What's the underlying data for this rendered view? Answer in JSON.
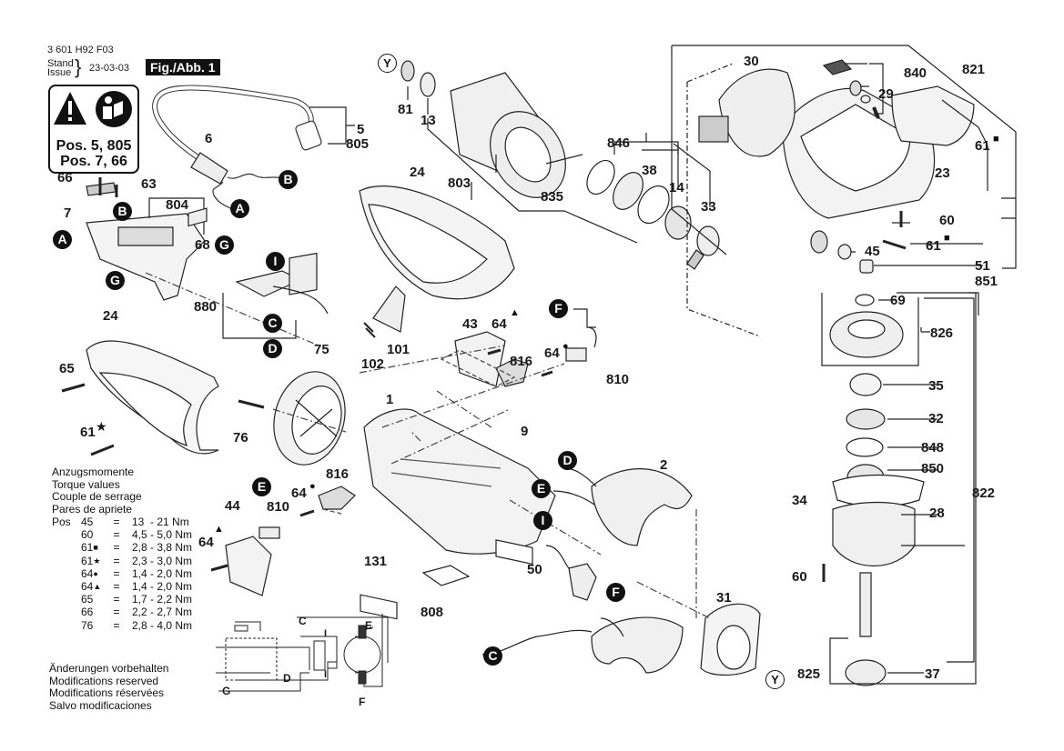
{
  "header": {
    "part_number": "3 601 H92 F03",
    "stand_label": "Stand",
    "issue_label": "Issue",
    "date": "23-03-03",
    "figure_label": "Fig./Abb. 1"
  },
  "warning_box": {
    "line1": "Pos. 5, 805",
    "line2": "Pos. 7, 66"
  },
  "torque_table": {
    "title_de": "Anzugsmomente",
    "title_en": "Torque values",
    "title_fr": "Couple de serrage",
    "title_es": "Pares de apriete",
    "pos_label": "Pos",
    "rows": [
      {
        "pos": "45",
        "marker": "",
        "eq": "=",
        "value": "13  - 21 Nm"
      },
      {
        "pos": "60",
        "marker": "",
        "eq": "=",
        "value": "4,5 - 5,0 Nm"
      },
      {
        "pos": "61",
        "marker": "■",
        "eq": "=",
        "value": "2,8 - 3,8 Nm"
      },
      {
        "pos": "61",
        "marker": "★",
        "eq": "=",
        "value": "2,3 - 3,0 Nm"
      },
      {
        "pos": "64",
        "marker": "●",
        "eq": "=",
        "value": "1,4 - 2,0 Nm"
      },
      {
        "pos": "64",
        "marker": "▲",
        "eq": "=",
        "value": "1,4 - 2,0 Nm"
      },
      {
        "pos": "65",
        "marker": "",
        "eq": "=",
        "value": "1,7 - 2,2 Nm"
      },
      {
        "pos": "66",
        "marker": "",
        "eq": "=",
        "value": "2,2 - 2,7 Nm"
      },
      {
        "pos": "76",
        "marker": "",
        "eq": "=",
        "value": "2,8 - 4,0 Nm"
      }
    ]
  },
  "notes": {
    "de": "Änderungen vorbehalten",
    "en": "Modifications reserved",
    "fr": "Modifications réservées",
    "es": "Salvo modificaciones"
  },
  "wiring": {
    "labels": [
      "C",
      "E",
      "I",
      "D",
      "I",
      "G",
      "F"
    ]
  },
  "connectors": [
    "A",
    "B",
    "C",
    "D",
    "E",
    "F",
    "G",
    "I",
    "Y"
  ],
  "markers": {
    "square": "■",
    "star": "★",
    "dot": "●",
    "triangle": "▲"
  },
  "part_labels": {
    "p5": "5",
    "p805": "805",
    "p6": "6",
    "p66": "66",
    "p63": "63",
    "p7": "7",
    "p804": "804",
    "p68": "68",
    "p880": "880",
    "p24a": "24",
    "p65": "65",
    "p61star": "61",
    "p76": "76",
    "p75": "75",
    "p81": "81",
    "p13": "13",
    "p803": "803",
    "p24b": "24",
    "p835": "835",
    "p846": "846",
    "p38": "38",
    "p14": "14",
    "p33": "33",
    "p102": "102",
    "p101": "101",
    "p43": "43",
    "p64tri": "64",
    "p64dot": "64",
    "p816a": "816",
    "p810a": "810",
    "p1": "1",
    "p9": "9",
    "p816b": "816",
    "p64dot2": "64",
    "p810b": "810",
    "p44": "44",
    "p64tri2": "64",
    "p131": "131",
    "p808": "808",
    "p2": "2",
    "p50": "50",
    "p31": "31",
    "p30": "30",
    "p840": "840",
    "p29": "29",
    "p821": "821",
    "p23": "23",
    "p61sq": "61",
    "p60a": "60",
    "p61sq2": "61",
    "p45": "45",
    "p51": "51",
    "p851": "851",
    "p69": "69",
    "p826": "826",
    "p35": "35",
    "p32": "32",
    "p848": "848",
    "p850": "850",
    "p822": "822",
    "p34": "34",
    "p28": "28",
    "p60b": "60",
    "p825": "825",
    "p37": "37"
  }
}
